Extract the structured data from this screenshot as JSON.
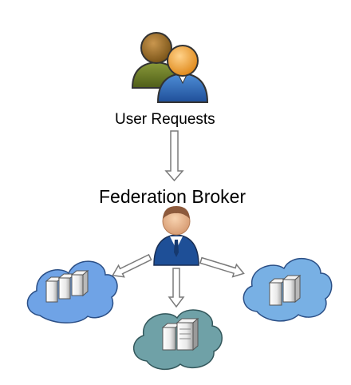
{
  "users": {
    "label": "User Requests",
    "icon": "users-group-icon"
  },
  "broker": {
    "label": "Federation Broker",
    "icon": "broker-person-icon"
  },
  "clouds": [
    {
      "name": "cloud-left",
      "icon": "cloud-servers-icon",
      "color": "#6fa3e6",
      "servers": 3
    },
    {
      "name": "cloud-bottom",
      "icon": "cloud-servers-icon",
      "color": "#6fa1a7",
      "servers": 2
    },
    {
      "name": "cloud-right",
      "icon": "cloud-servers-icon",
      "color": "#78b0e4",
      "servers": 2
    }
  ],
  "colors": {
    "arrow_fill": "#ffffff",
    "arrow_stroke": "#7a7a7a"
  }
}
